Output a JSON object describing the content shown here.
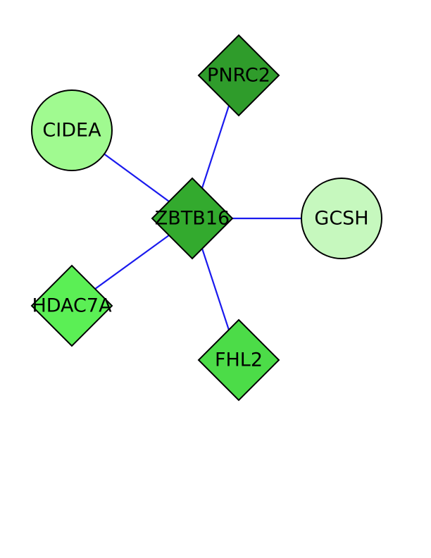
{
  "network": {
    "edge_color": "#1a1aee",
    "nodes": [
      {
        "id": "ZBTB16",
        "label": "ZBTB16",
        "shape": "diamond",
        "color": "#33aa2e"
      },
      {
        "id": "PNRC2",
        "label": "PNRC2",
        "shape": "diamond",
        "color": "#2f9c2b"
      },
      {
        "id": "CIDEA",
        "label": "CIDEA",
        "shape": "circle",
        "color": "#a0fa90"
      },
      {
        "id": "GCSH",
        "label": "GCSH",
        "shape": "circle",
        "color": "#c6f8be"
      },
      {
        "id": "HDAC7A",
        "label": "HDAC7A",
        "shape": "diamond",
        "color": "#5bef55"
      },
      {
        "id": "FHL2",
        "label": "FHL2",
        "shape": "diamond",
        "color": "#4cdc48"
      }
    ],
    "edges": [
      {
        "source": "ZBTB16",
        "target": "PNRC2"
      },
      {
        "source": "ZBTB16",
        "target": "CIDEA"
      },
      {
        "source": "ZBTB16",
        "target": "GCSH"
      },
      {
        "source": "ZBTB16",
        "target": "HDAC7A"
      },
      {
        "source": "ZBTB16",
        "target": "FHL2"
      }
    ]
  }
}
